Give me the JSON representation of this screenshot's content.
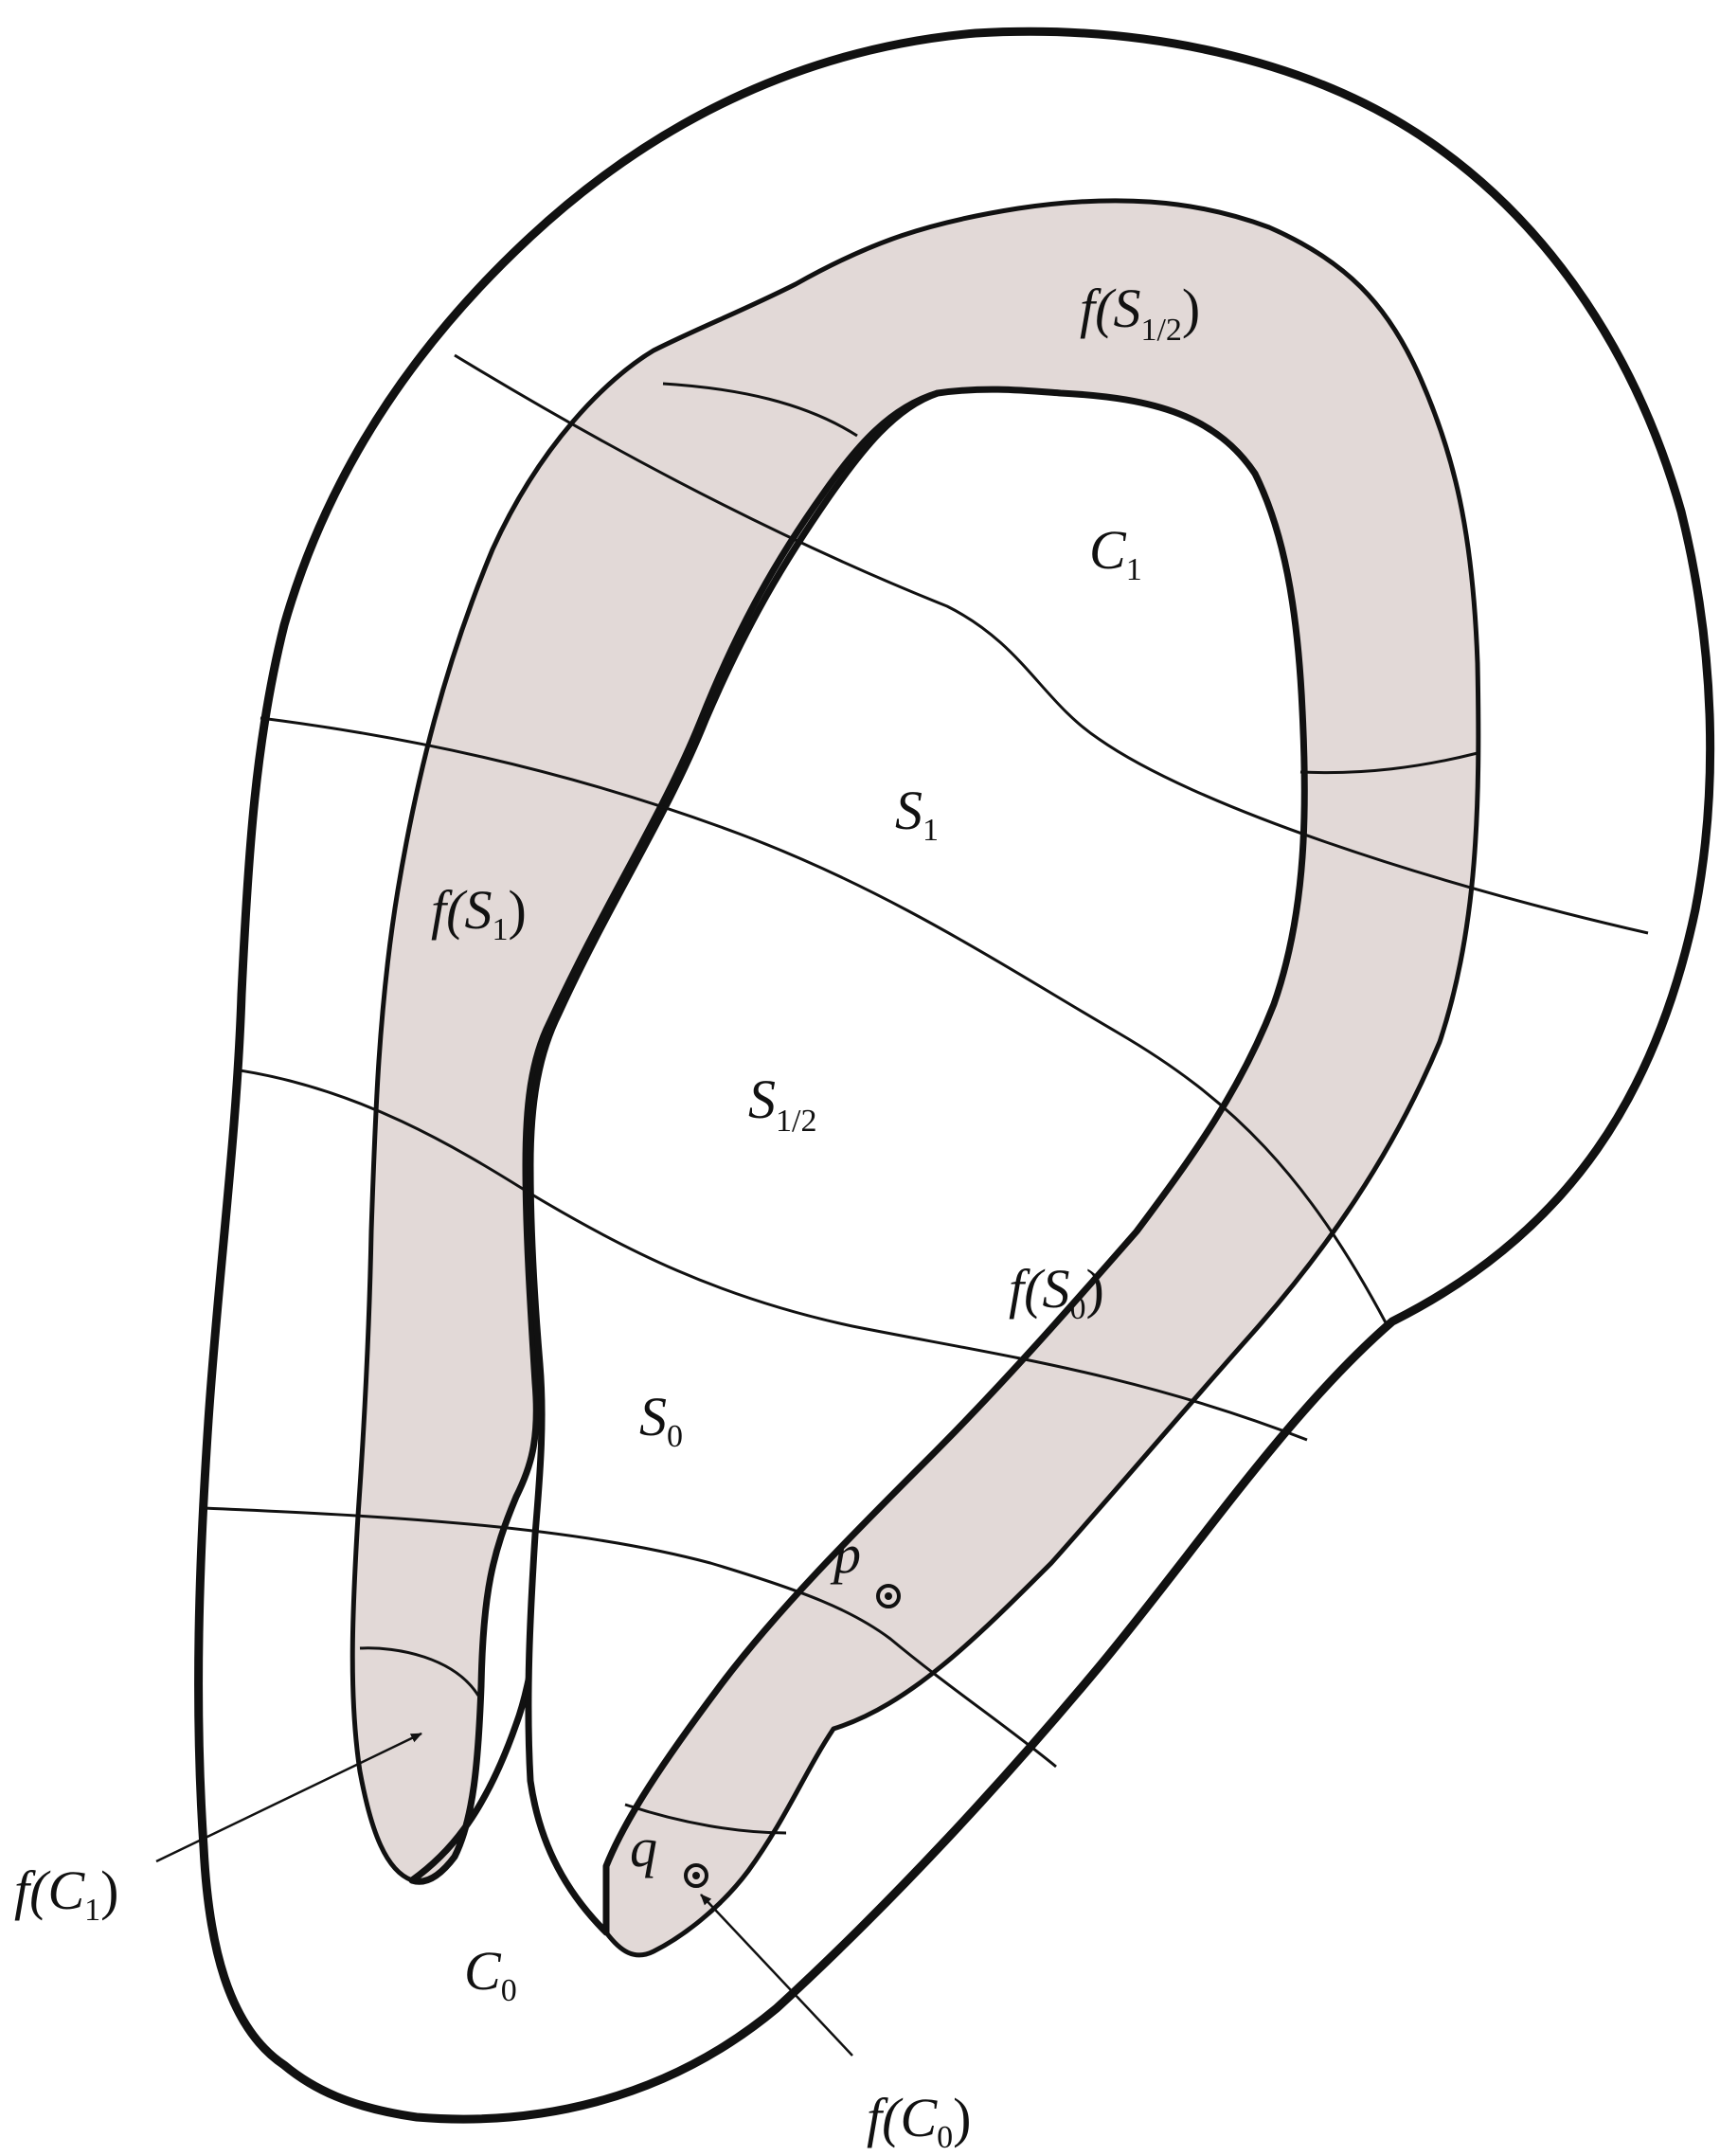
{
  "colors": {
    "band_fill": "#e2d9d7",
    "stroke": "#111111",
    "background": "#ffffff"
  },
  "labels": {
    "C1": {
      "main": "C",
      "sub": "1"
    },
    "S1": {
      "main": "S",
      "sub": "1"
    },
    "S12": {
      "main": "S",
      "sub": "1/2"
    },
    "S0": {
      "main": "S",
      "sub": "0"
    },
    "C0": {
      "main": "C",
      "sub": "0"
    },
    "fS12": {
      "f": "f(",
      "main": "S",
      "sub": "1/2",
      "close": ")"
    },
    "fS1": {
      "f": "f(",
      "main": "S",
      "sub": "1",
      "close": ")"
    },
    "fS0": {
      "f": "f(",
      "main": "S",
      "sub": "0",
      "close": ")"
    },
    "fC1": {
      "f": "f(",
      "main": "C",
      "sub": "1",
      "close": ")"
    },
    "fC0": {
      "f": "f(",
      "main": "C",
      "sub": "0",
      "close": ")"
    },
    "p": "p",
    "q": "q"
  }
}
